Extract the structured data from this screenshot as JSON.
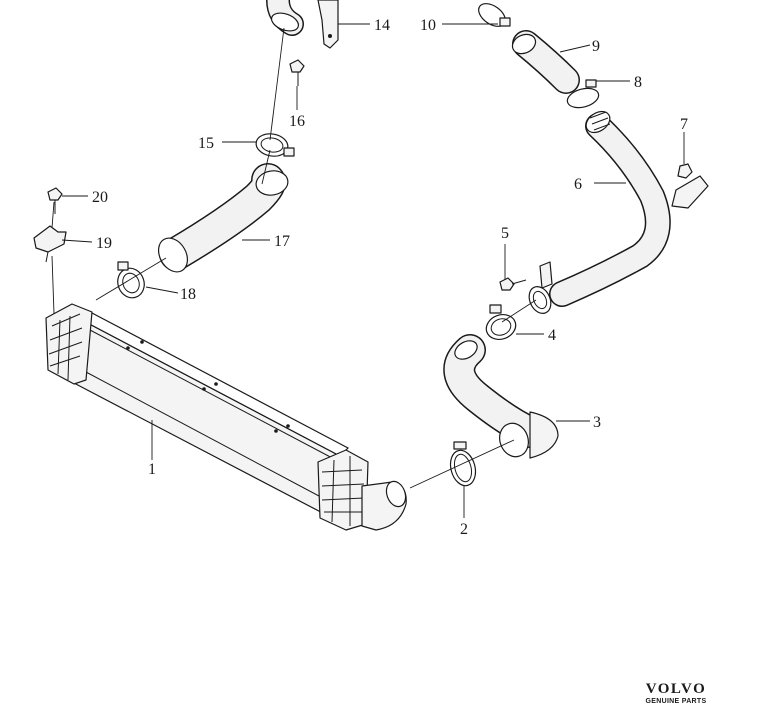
{
  "callouts": [
    "1",
    "2",
    "3",
    "4",
    "5",
    "6",
    "7",
    "8",
    "9",
    "10",
    "14",
    "15",
    "16",
    "17",
    "18",
    "19",
    "20"
  ],
  "brand": {
    "name": "VOLVO",
    "tagline": "GENUINE PARTS"
  }
}
